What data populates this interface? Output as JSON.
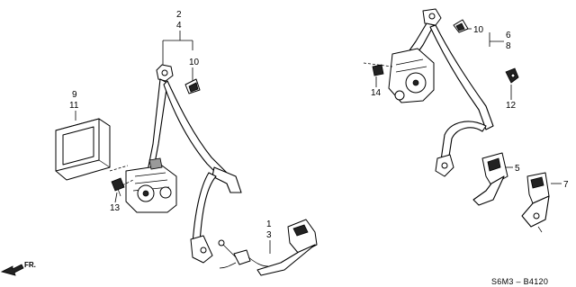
{
  "diagram_code": "S6M3 – B4120",
  "direction_label": "FR.",
  "callouts": {
    "p2": "2",
    "p4": "4",
    "p10a": "10",
    "p9": "9",
    "p11": "11",
    "p13": "13",
    "p1": "1",
    "p3": "3",
    "p6": "6",
    "p8": "8",
    "p10b": "10",
    "p14": "14",
    "p12": "12",
    "p5": "5",
    "p7": "7"
  }
}
